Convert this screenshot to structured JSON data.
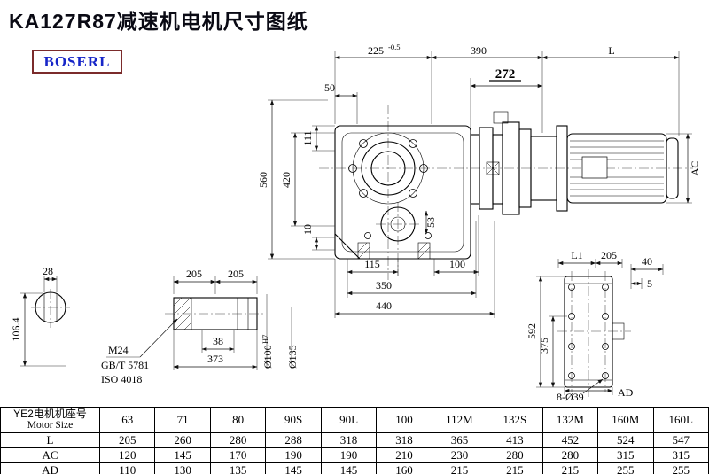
{
  "title": "KA127R87减速机电机尺寸图纸",
  "logo": "BOSERL",
  "dims": {
    "top_50": "50",
    "top_225": "225",
    "top_225_tol": "-0.5",
    "top_390": "390",
    "top_272": "272",
    "top_L": "L",
    "left_111": "111",
    "left_420": "420",
    "left_560": "560",
    "left_10": "10",
    "inner_53": "53",
    "bot_115": "115",
    "bot_100": "100",
    "bot_350": "350",
    "bot_440": "440",
    "right_AC": "AC",
    "sec_28": "28",
    "sec_106_4": "106.4",
    "det_205a": "205",
    "det_205b": "205",
    "det_38": "38",
    "det_373": "373",
    "det_M24": "M24",
    "det_GB": "GB/T 5781",
    "det_ISO": "ISO 4018",
    "det_d100": "Ø100",
    "det_d100_tol": "H7",
    "det_d135": "Ø135",
    "side_L1": "L1",
    "side_205": "205",
    "side_40": "40",
    "side_5": "5",
    "side_592": "592",
    "side_375": "375",
    "side_holes": "8-Ø39",
    "side_AD": "AD"
  },
  "table": {
    "header_cn": "YE2电机机座号",
    "header_en": "Motor Size",
    "columns": [
      "63",
      "71",
      "80",
      "90S",
      "90L",
      "100",
      "112M",
      "132S",
      "132M",
      "160M",
      "160L"
    ],
    "rows": [
      {
        "label": "L",
        "values": [
          "205",
          "260",
          "280",
          "288",
          "318",
          "318",
          "365",
          "413",
          "452",
          "524",
          "547"
        ]
      },
      {
        "label": "AC",
        "values": [
          "120",
          "145",
          "170",
          "190",
          "190",
          "210",
          "230",
          "280",
          "280",
          "315",
          "315"
        ]
      },
      {
        "label": "AD",
        "values": [
          "110",
          "130",
          "135",
          "145",
          "145",
          "160",
          "215",
          "215",
          "215",
          "255",
          "255"
        ]
      }
    ]
  }
}
